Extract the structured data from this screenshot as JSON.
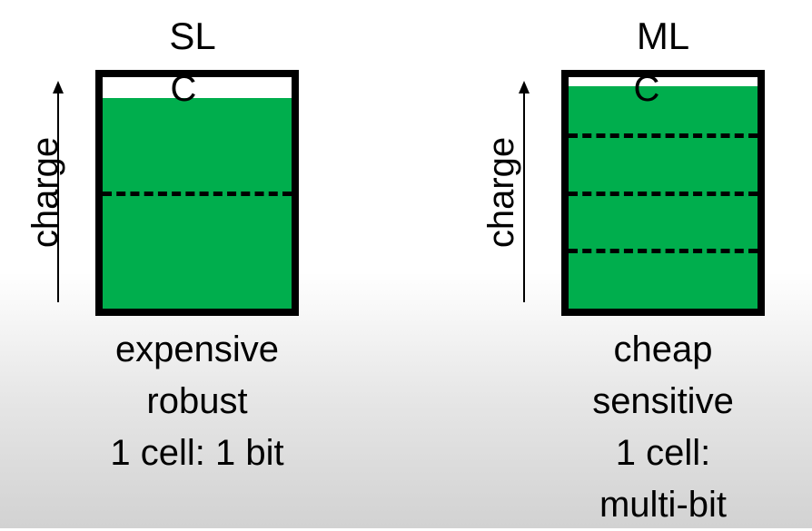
{
  "colors": {
    "fill": "#00ae4d",
    "outline": "#000000"
  },
  "cells": [
    {
      "title": "SL",
      "letter": "C",
      "axis_label": "charge",
      "fill_fraction": 0.91,
      "levels": 2,
      "properties": [
        "expensive",
        "robust",
        "1 cell: 1 bit"
      ]
    },
    {
      "title": "ML",
      "letter": "C",
      "axis_label": "charge",
      "fill_fraction": 0.96,
      "levels": 4,
      "properties": [
        "cheap",
        "sensitive",
        "1 cell:",
        "multi-bit"
      ]
    }
  ]
}
